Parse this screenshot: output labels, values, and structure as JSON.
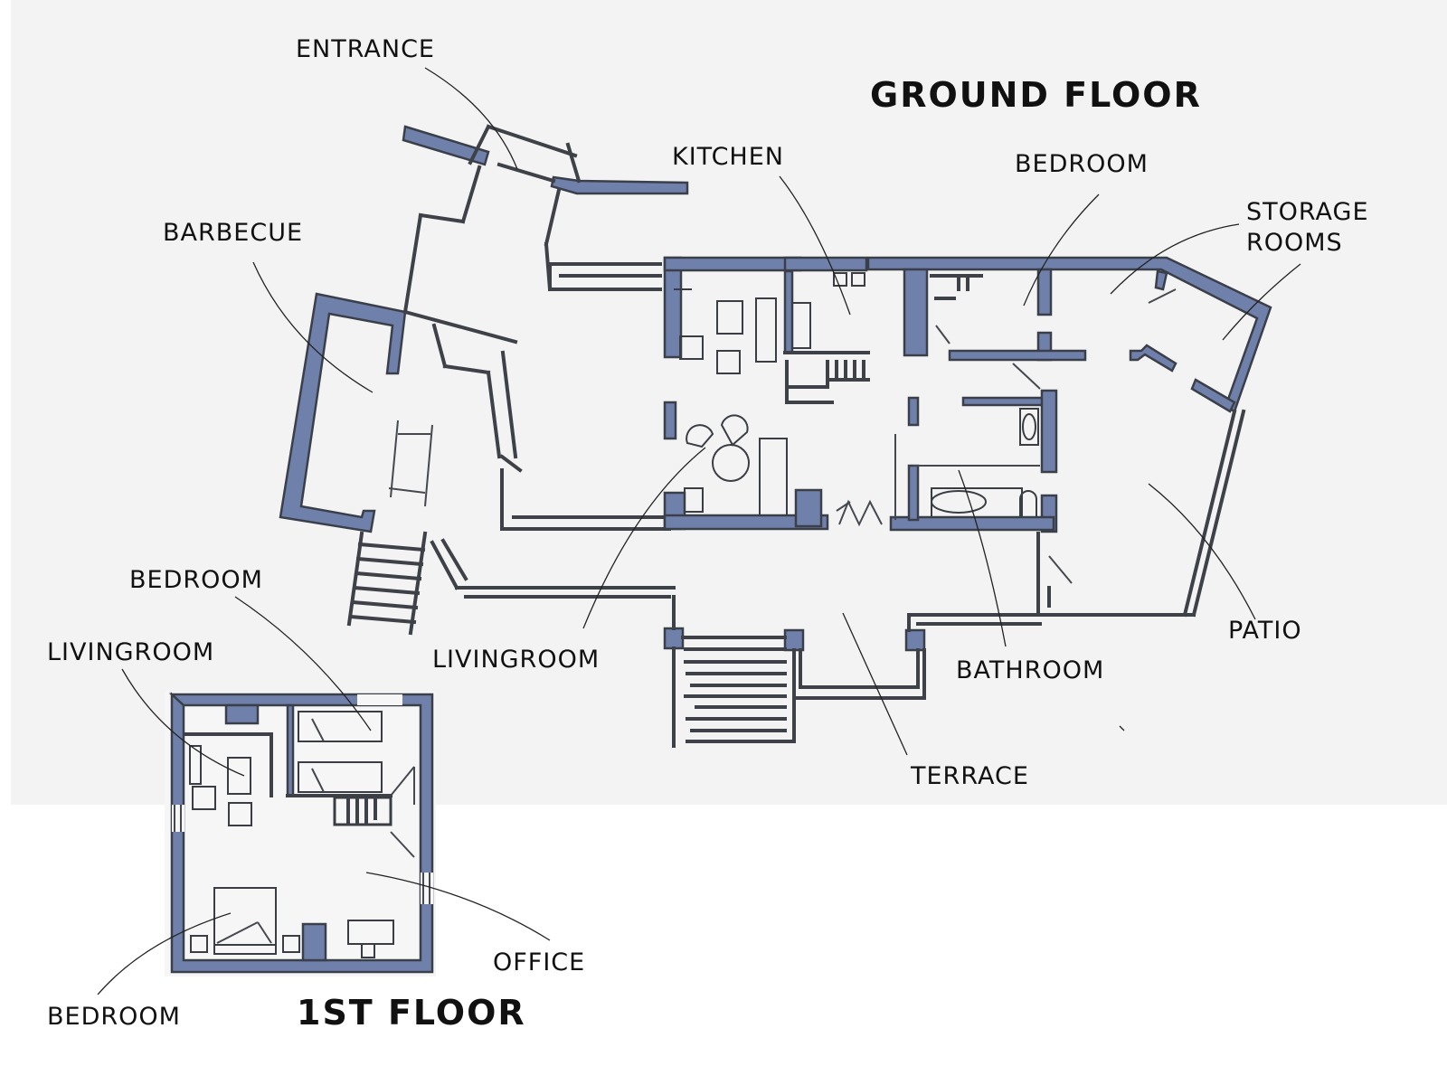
{
  "diagram": {
    "type": "architectural-floor-plan",
    "colors": {
      "wall_fill": "#6f80ab",
      "line": "#3e4148",
      "paper": "#f3f3f3",
      "text": "#111111"
    },
    "ground_floor": {
      "title": "GROUND FLOOR",
      "labels": {
        "entrance": "ENTRANCE",
        "kitchen": "KITCHEN",
        "bedroom": "BEDROOM",
        "storage_1": "STORAGE",
        "storage_2": "ROOMS",
        "barbecue": "BARBECUE",
        "livingroom": "LIVINGROOM",
        "bathroom": "BATHROOM",
        "patio": "PATIO",
        "terrace": "TERRACE"
      }
    },
    "first_floor": {
      "title": "1ST FLOOR",
      "labels": {
        "bedroom_top": "BEDROOM",
        "livingroom": "LIVINGROOM",
        "office": "OFFICE",
        "bedroom_bottom": "BEDROOM"
      }
    }
  }
}
